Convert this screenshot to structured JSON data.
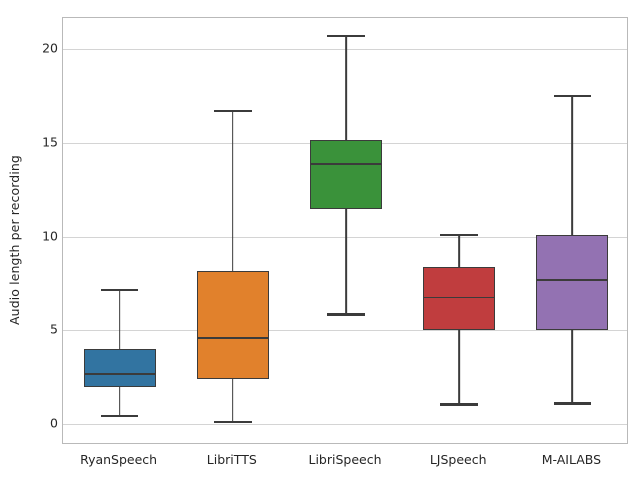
{
  "chart_data": {
    "type": "box",
    "title": "",
    "xlabel": "",
    "ylabel": "Audio length per recording",
    "categories": [
      "RyanSpeech",
      "LibriTTS",
      "LibriSpeech",
      "LJSpeech",
      "M-AILABS"
    ],
    "ylim": [
      -1.2,
      21.6
    ],
    "yticks": [
      0,
      5,
      10,
      15,
      20
    ],
    "ytick_labels": [
      "0",
      "5",
      "10",
      "15",
      "20"
    ],
    "grid": true,
    "legend": "none",
    "colors": [
      "#3274a1",
      "#e1812c",
      "#3a923a",
      "#c03d3e",
      "#9372b2"
    ],
    "line_color": "#3b3b3b",
    "boxes": [
      {
        "label": "RyanSpeech",
        "color": "#3274a1",
        "whisker_low": 0.5,
        "q1": 1.95,
        "median": 2.7,
        "q3": 4.0,
        "whisker_high": 7.2
      },
      {
        "label": "LibriTTS",
        "color": "#e1812c",
        "whisker_low": 0.15,
        "q1": 2.4,
        "median": 4.65,
        "q3": 8.15,
        "whisker_high": 16.75
      },
      {
        "label": "LibriSpeech",
        "color": "#3a923a",
        "whisker_low": 5.9,
        "q1": 11.45,
        "median": 13.9,
        "q3": 15.15,
        "whisker_high": 20.75
      },
      {
        "label": "LJSpeech",
        "color": "#c03d3e",
        "whisker_low": 1.1,
        "q1": 5.0,
        "median": 6.8,
        "q3": 8.4,
        "whisker_high": 10.15
      },
      {
        "label": "M-AILABS",
        "color": "#9372b2",
        "whisker_low": 1.15,
        "q1": 5.0,
        "median": 7.75,
        "q3": 10.1,
        "whisker_high": 17.55
      }
    ]
  }
}
